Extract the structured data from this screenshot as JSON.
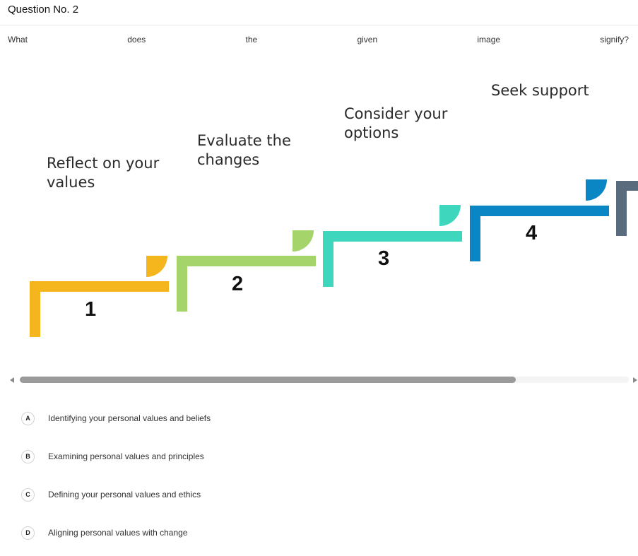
{
  "question": {
    "title": "Question No. 2",
    "words": [
      "What",
      "does",
      "the",
      "given",
      "image",
      "signify?"
    ]
  },
  "figure": {
    "steps": [
      {
        "label_line1": "Reflect on your",
        "label_line2": "values",
        "number": "1",
        "color": "#f5b51c"
      },
      {
        "label_line1": "Evaluate the",
        "label_line2": "changes",
        "number": "2",
        "color": "#a5d46a"
      },
      {
        "label_line1": "Consider your",
        "label_line2": "options",
        "number": "3",
        "color": "#3fd6be"
      },
      {
        "label_line1": "Seek support",
        "label_line2": "",
        "number": "4",
        "color": "#0a86c4"
      }
    ],
    "extra_step_color": "#5a6b7d"
  },
  "options": [
    {
      "letter": "A",
      "text": "Identifying your personal values and beliefs"
    },
    {
      "letter": "B",
      "text": "Examining personal values and principles"
    },
    {
      "letter": "C",
      "text": "Defining your personal values and ethics"
    },
    {
      "letter": "D",
      "text": "Aligning personal values with change"
    }
  ]
}
